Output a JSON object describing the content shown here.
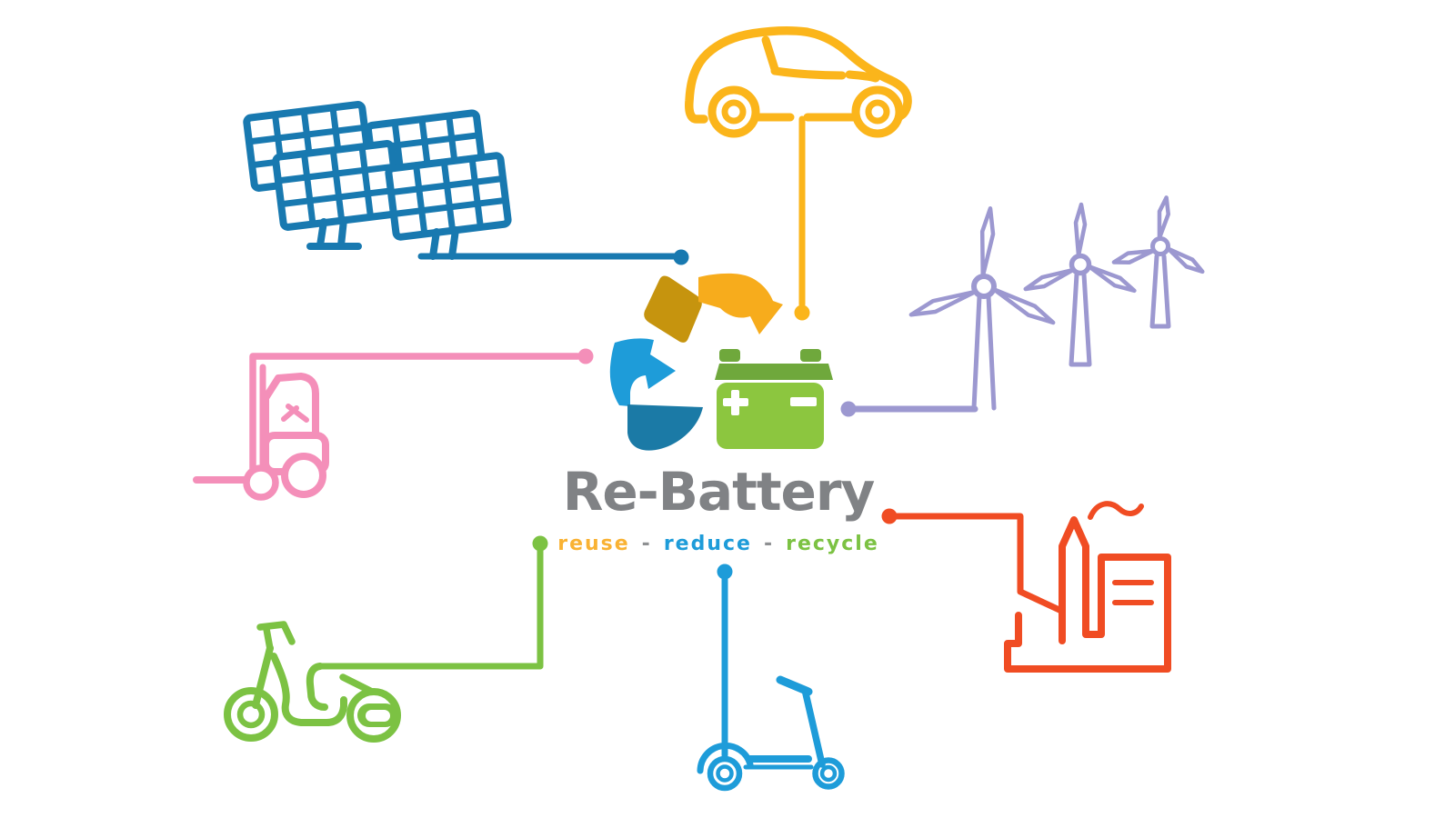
{
  "logo": {
    "title": "Re-Battery",
    "tagline": {
      "word_reuse": "reuse",
      "word_reduce": "reduce",
      "word_recycle": "recycle",
      "separator": "-"
    }
  },
  "battery": {
    "positive_symbol": "+",
    "negative_symbol": "-"
  },
  "icons": [
    {
      "name": "solar-panels-icon"
    },
    {
      "name": "electric-car-icon"
    },
    {
      "name": "wind-turbines-icon"
    },
    {
      "name": "forklift-icon"
    },
    {
      "name": "factory-icon"
    },
    {
      "name": "electric-moped-icon"
    },
    {
      "name": "kick-scooter-icon"
    },
    {
      "name": "recycling-arrows-icon"
    },
    {
      "name": "battery-icon"
    }
  ],
  "colors": {
    "solar": "#1879B0",
    "car": "#FBB51B",
    "wind": "#9C98D0",
    "forklift": "#F48FB9",
    "factory": "#F04C23",
    "moped": "#7CC243",
    "scooter": "#1E9CD9",
    "arrow_gold": "#C6940E",
    "arrow_yellow": "#F7AC1C",
    "arrow_blue": "#1E9CD9",
    "arrow_teal": "#1B7AA6",
    "battery_green": "#8CC63F",
    "battery_dark_green": "#6FA83C",
    "title_gray": "#808285",
    "tagline_reuse": "#F9B233",
    "tagline_reduce": "#1E9CD9",
    "tagline_recycle": "#7CC243",
    "tagline_dash": "#8E9092",
    "background": "#FFFFFF"
  }
}
